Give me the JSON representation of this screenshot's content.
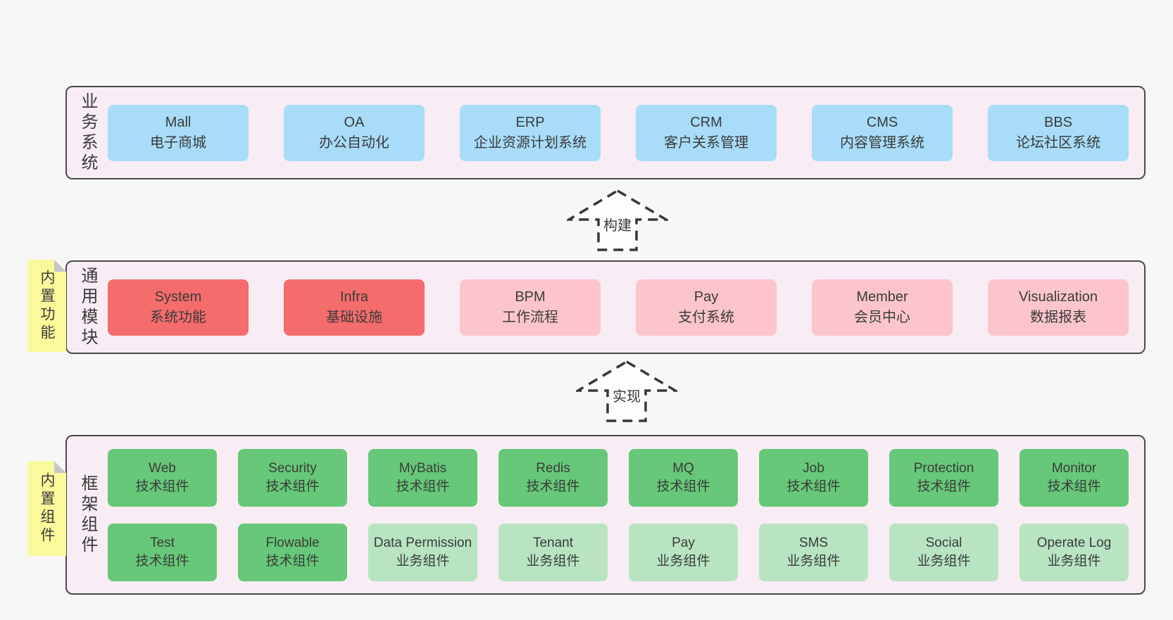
{
  "colors": {
    "page_bg": "#f7f7f7",
    "band_bg": "#f8edf5",
    "band_border": "#4a4a4a",
    "box_blue": "#a8dcf8",
    "box_red": "#f56c6c",
    "box_pink": "#fcc5cc",
    "box_green": "#66c878",
    "box_green_light": "#b8e4c2",
    "sticky_yellow": "#fafa9d",
    "sticky_fold": "#c6c6c6",
    "arrow_stroke": "#383838",
    "text": "#3b3b3b"
  },
  "stickies": [
    {
      "label": "内置功能"
    },
    {
      "label": "内置组件"
    }
  ],
  "arrows": [
    {
      "label": "构建"
    },
    {
      "label": "实现"
    }
  ],
  "bands": [
    {
      "label": "业务系统",
      "boxes": [
        {
          "title": "Mall",
          "subtitle": "电子商城",
          "variant": "blue"
        },
        {
          "title": "OA",
          "subtitle": "办公自动化",
          "variant": "blue"
        },
        {
          "title": "ERP",
          "subtitle": "企业资源计划系统",
          "variant": "blue"
        },
        {
          "title": "CRM",
          "subtitle": "客户关系管理",
          "variant": "blue"
        },
        {
          "title": "CMS",
          "subtitle": "内容管理系统",
          "variant": "blue"
        },
        {
          "title": "BBS",
          "subtitle": "论坛社区系统",
          "variant": "blue"
        }
      ]
    },
    {
      "label": "通用模块",
      "boxes": [
        {
          "title": "System",
          "subtitle": "系统功能",
          "variant": "red"
        },
        {
          "title": "Infra",
          "subtitle": "基础设施",
          "variant": "red"
        },
        {
          "title": "BPM",
          "subtitle": "工作流程",
          "variant": "pink"
        },
        {
          "title": "Pay",
          "subtitle": "支付系统",
          "variant": "pink"
        },
        {
          "title": "Member",
          "subtitle": "会员中心",
          "variant": "pink"
        },
        {
          "title": "Visualization",
          "subtitle": "数据报表",
          "variant": "pink"
        }
      ]
    },
    {
      "label": "框架组件",
      "boxes": [
        {
          "title": "Web",
          "subtitle": "技术组件",
          "variant": "green"
        },
        {
          "title": "Security",
          "subtitle": "技术组件",
          "variant": "green"
        },
        {
          "title": "MyBatis",
          "subtitle": "技术组件",
          "variant": "green"
        },
        {
          "title": "Redis",
          "subtitle": "技术组件",
          "variant": "green"
        },
        {
          "title": "MQ",
          "subtitle": "技术组件",
          "variant": "green"
        },
        {
          "title": "Job",
          "subtitle": "技术组件",
          "variant": "green"
        },
        {
          "title": "Protection",
          "subtitle": "技术组件",
          "variant": "green"
        },
        {
          "title": "Monitor",
          "subtitle": "技术组件",
          "variant": "green"
        },
        {
          "title": "Test",
          "subtitle": "技术组件",
          "variant": "green"
        },
        {
          "title": "Flowable",
          "subtitle": "技术组件",
          "variant": "green"
        },
        {
          "title": "Data Permission",
          "subtitle": "业务组件",
          "variant": "green-light"
        },
        {
          "title": "Tenant",
          "subtitle": "业务组件",
          "variant": "green-light"
        },
        {
          "title": "Pay",
          "subtitle": "业务组件",
          "variant": "green-light"
        },
        {
          "title": "SMS",
          "subtitle": "业务组件",
          "variant": "green-light"
        },
        {
          "title": "Social",
          "subtitle": "业务组件",
          "variant": "green-light"
        },
        {
          "title": "Operate Log",
          "subtitle": "业务组件",
          "variant": "green-light"
        }
      ]
    }
  ]
}
